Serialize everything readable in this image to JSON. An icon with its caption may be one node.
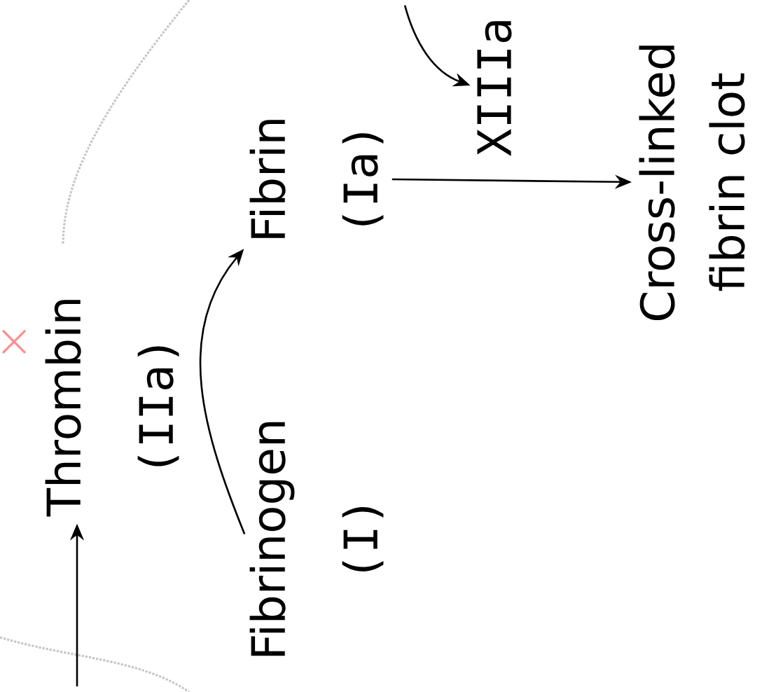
{
  "diagram": {
    "nodes": [
      {
        "text": [
          "Thrombin",
          "(IIa)"
        ]
      },
      {
        "text": [
          "Fibrinogen",
          "(I)"
        ]
      },
      {
        "text": [
          "Fibrin",
          "(Ia)"
        ]
      },
      {
        "text": [
          "XIIIa"
        ]
      },
      {
        "text": [
          "Cross-linked fibrin clot"
        ]
      }
    ],
    "edges": [
      {
        "from": null,
        "to": 0,
        "arrow": "to"
      },
      {
        "from": 1,
        "to": 2,
        "arrow": "to"
      },
      {
        "from": 2,
        "to": 4,
        "arrow": "to"
      },
      {
        "from": null,
        "to": 3,
        "arrow": "to"
      }
    ]
  }
}
